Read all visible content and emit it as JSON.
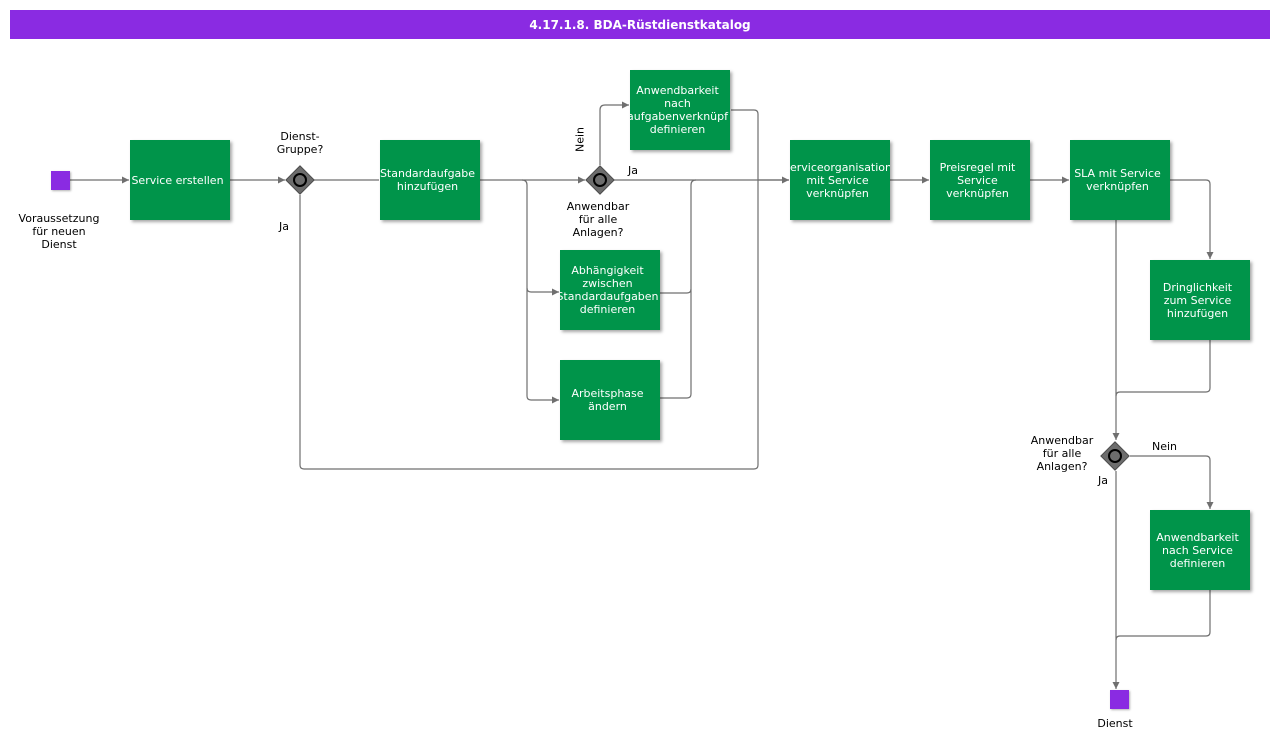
{
  "title": "4.17.1.8. BDA-Rüstdienstkatalog",
  "colors": {
    "title_bar": "#8a2be2",
    "task": "#00944a",
    "event": "#8a2be2",
    "gateway": "#6d6d6d",
    "connector": "#6f6f6f"
  },
  "events": {
    "start_label": "Voraussetzung\nfür neuen\nDienst",
    "end_label": "Dienst"
  },
  "tasks": {
    "service_erstellen": "Service erstellen",
    "standardaufgabe": "Standardaufgabe\nhinzufügen",
    "anwendbarkeit_aufgaben": "Anwendbarkeit\nnach\naufgabenverknüpf\ndefinieren",
    "abhaengigkeit": "Abhängigkeit\nzwischen\nStandardaufgaben\ndefinieren",
    "arbeitsphase": "Arbeitsphase\nändern",
    "serviceorganisation": "Serviceorganisation\nmit Service\nverknüpfen",
    "preisregel": "Preisregel mit\nService\nverknüpfen",
    "sla": "SLA mit Service\nverknüpfen",
    "dringlichkeit": "Dringlichkeit\nzum Service\nhinzufügen",
    "anwendbarkeit_service": "Anwendbarkeit\nnach Service\ndefinieren"
  },
  "gateways": {
    "dienst_gruppe": "Dienst-\nGruppe?",
    "anwendbar_1": "Anwendbar\nfür alle\nAnlagen?",
    "anwendbar_2": "Anwendbar\nfür alle\nAnlagen?"
  },
  "flow_labels": {
    "ja_1": "Ja",
    "nein_1": "Nein",
    "ja_2": "Ja",
    "nein_2": "Nein",
    "ja_3": "Ja"
  }
}
